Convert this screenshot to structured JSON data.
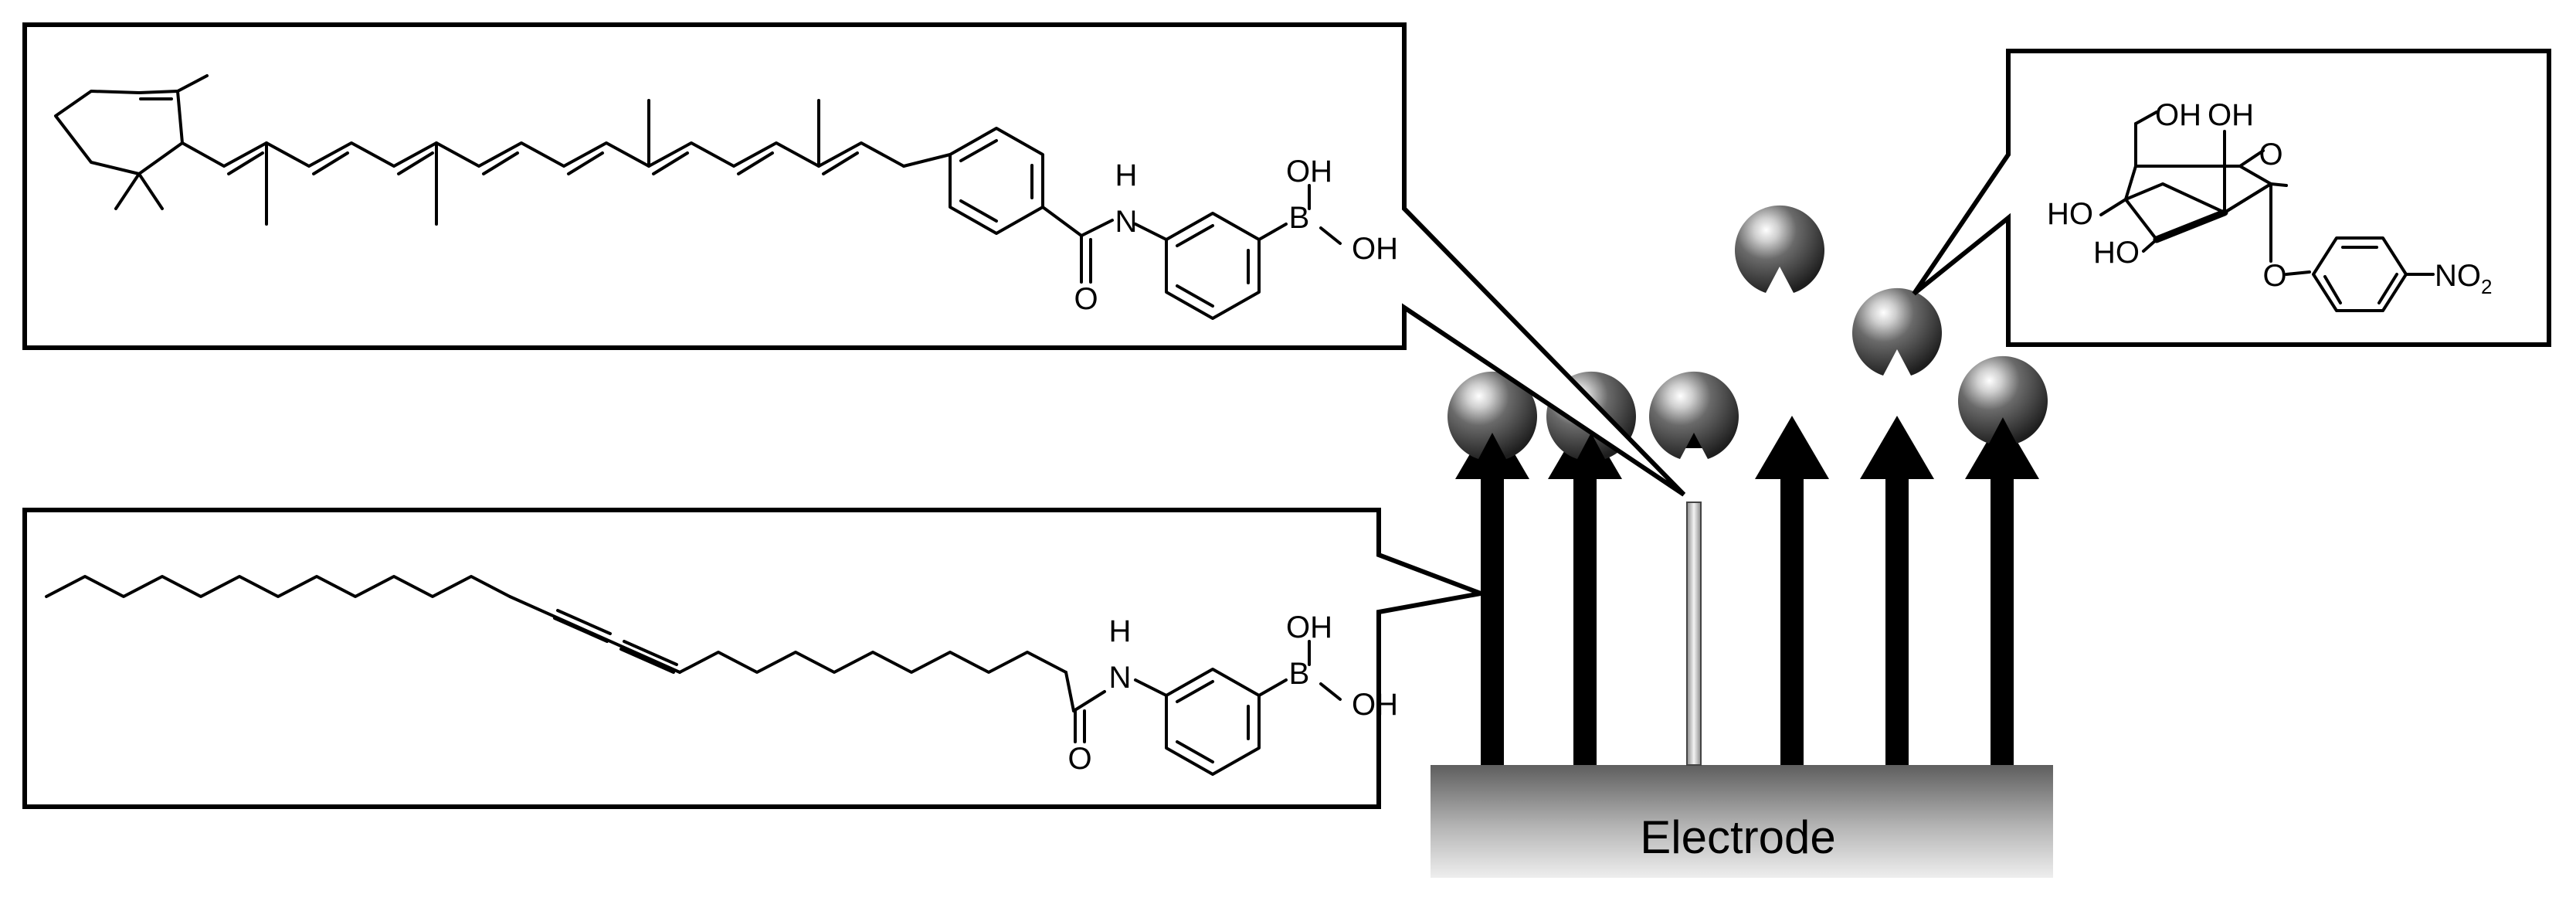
{
  "electrode": {
    "label": "Electrode"
  },
  "molecules": {
    "retinoid_boronic": {
      "atoms": {
        "nh": "H",
        "n": "N",
        "b": "B",
        "oh_top": "OH",
        "oh_right": "OH",
        "carbonyl_o": "O"
      }
    },
    "diyne_boronic": {
      "atoms": {
        "nh": "H",
        "n": "N",
        "b": "B",
        "oh_top": "OH",
        "oh_right": "OH",
        "carbonyl_o": "O"
      }
    },
    "mannoside": {
      "atoms": {
        "oh_ch2": "OH",
        "oh_c2": "OH",
        "ho_c4": "HO",
        "ho_c3": "HO",
        "ring_o": "O",
        "glyco_o": "O",
        "nitro": "NO",
        "nitro_sub": "2"
      }
    }
  },
  "colors": {
    "stroke": "#000000",
    "sphere_dark": "#2b2b2b",
    "sphere_light": "#ffffff",
    "electrode_top": "#666666",
    "electrode_bottom": "#e6e6e6",
    "rod_light": "#d9d9d9"
  },
  "icons": [
    "receptor-sphere-icon",
    "upright-molecule-arrow-icon"
  ]
}
